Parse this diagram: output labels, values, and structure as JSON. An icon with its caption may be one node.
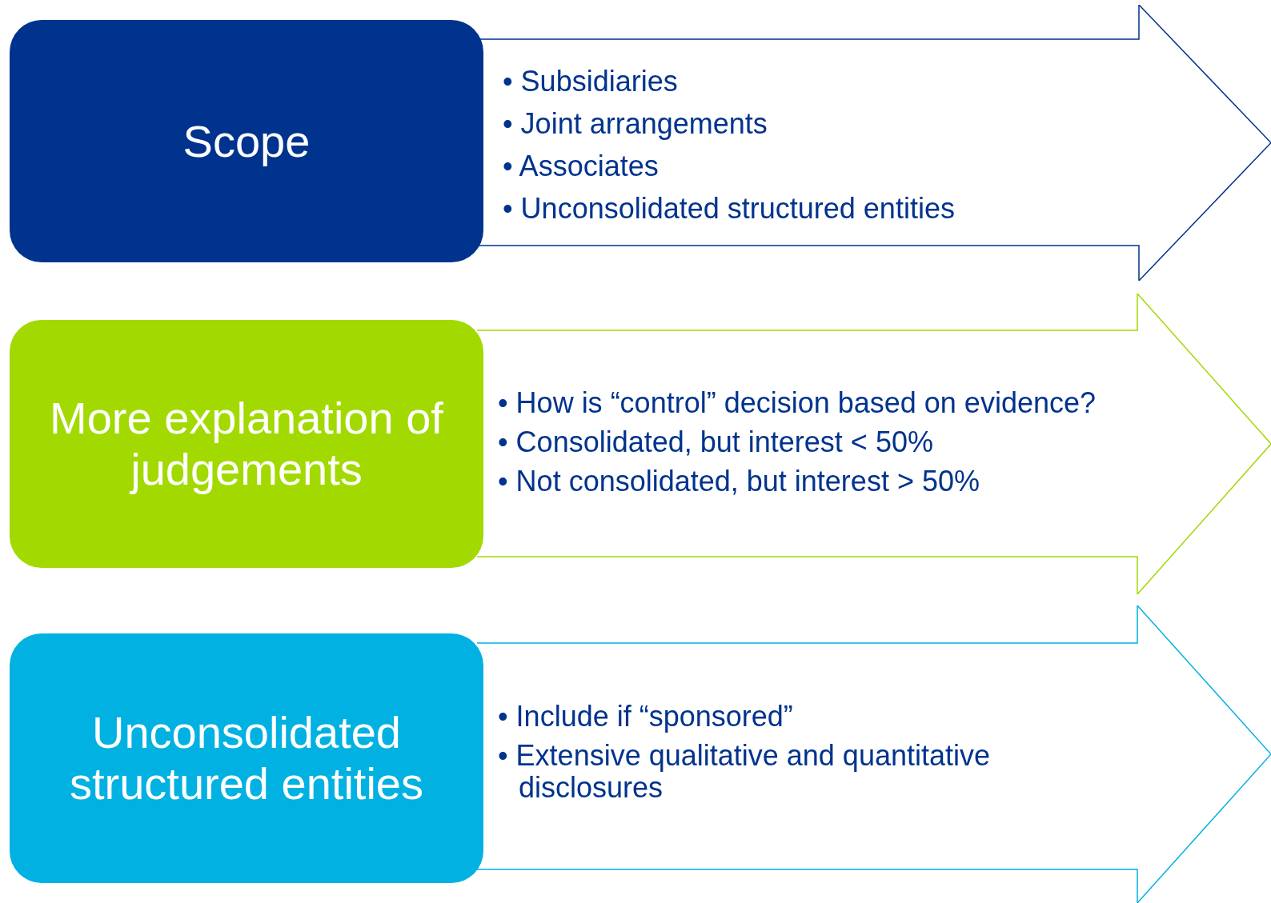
{
  "diagram": {
    "nodes": [
      {
        "text": [
          "Scope"
        ]
      },
      {
        "text": [
          "• Subsidiaries",
          "• Joint arrangements",
          "• Associates",
          "• Unconsolidated structured entities"
        ]
      },
      {
        "text": [
          "More explanation of judgements"
        ]
      },
      {
        "text": [
          "• How is “control” decision based on evidence?",
          "• Consolidated, but interest < 50%",
          "• Not consolidated, but interest > 50%"
        ]
      },
      {
        "text": [
          "Unconsolidated structured entities"
        ]
      },
      {
        "text": [
          "• Include if “sponsored”",
          "• Extensive qualitative and quantitative disclosures"
        ]
      }
    ]
  }
}
